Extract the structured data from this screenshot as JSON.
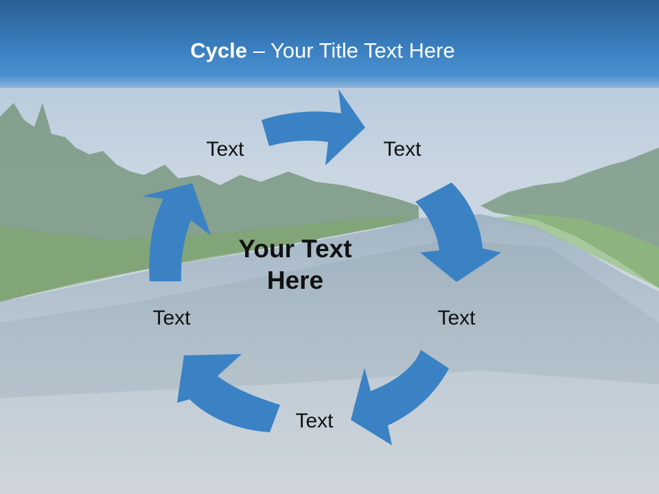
{
  "slide": {
    "title_bold": "Cycle",
    "title_rest": " – Your Title Text Here",
    "center_text_line1": "Your Text",
    "center_text_line2": "Here",
    "steps": [
      {
        "label": "Text"
      },
      {
        "label": "Text"
      },
      {
        "label": "Text"
      },
      {
        "label": "Text"
      },
      {
        "label": "Text"
      }
    ]
  },
  "colors": {
    "title_band": "#3a7fbf",
    "arrow": "#3a82c4",
    "text": "#111111"
  }
}
